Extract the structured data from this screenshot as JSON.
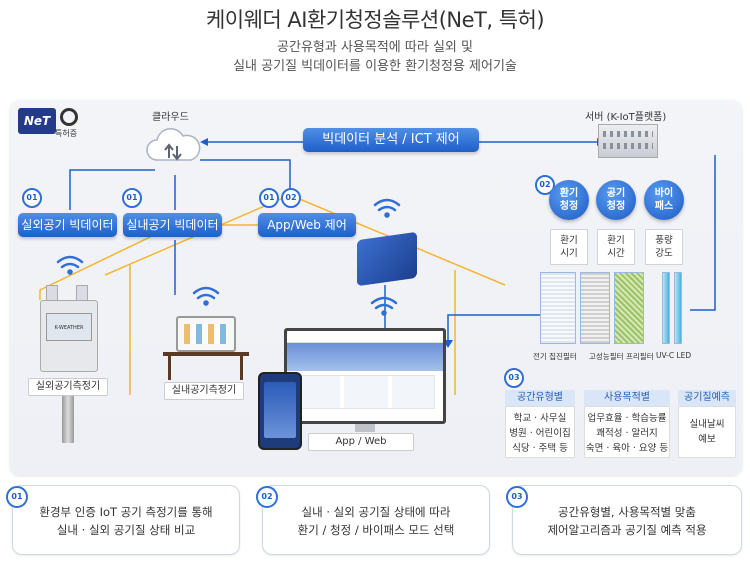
{
  "header": {
    "title": "케이웨더 AI환기청정솔루션(NeT, 특허)",
    "subtitle_line1": "공간유형과 사용목적에 따라 실외 및",
    "subtitle_line2": "실내 공기질 빅데이터를 이용한 환기청정용 제어기술"
  },
  "logos": {
    "net_text": "NeT",
    "patent_label": "특허증"
  },
  "cloud": {
    "label": "클라우드"
  },
  "server": {
    "label": "서버 (K-IoT플랫폼)"
  },
  "bigdata_banner": {
    "label": "빅데이터 분석 / ICT 제어"
  },
  "data_nodes": {
    "outdoor": {
      "num": "01",
      "label": "실외공기 빅데이터"
    },
    "indoor": {
      "num": "01",
      "label": "실내공기 빅데이터"
    },
    "app": {
      "num1": "01",
      "num2": "02",
      "label": "App/Web 제어"
    }
  },
  "devices": {
    "outdoor_meter": "실외공기측정기",
    "outdoor_device_screen": "K-WEATHER",
    "indoor_meter": "실내공기측정기",
    "app_web": "App / Web"
  },
  "modes": {
    "num": "02",
    "items": [
      {
        "circle": [
          "환기",
          "청정"
        ],
        "box": [
          "환기",
          "시기"
        ]
      },
      {
        "circle": [
          "공기",
          "청정"
        ],
        "box": [
          "환기",
          "시간"
        ]
      },
      {
        "circle": [
          "바이",
          "패스"
        ],
        "box": [
          "풍량",
          "강도"
        ]
      }
    ]
  },
  "filters": {
    "labels": [
      "전기 집진필터",
      "고성능필터",
      "프리필터",
      "UV-C LED"
    ]
  },
  "categories": {
    "num": "03",
    "items": [
      {
        "title": "공간유형별",
        "lines": [
          "학교 · 사무실",
          "병원 · 어린이집",
          "식당 · 주택 등"
        ]
      },
      {
        "title": "사용목적별",
        "lines": [
          "업무효율 · 학습능률",
          "쾌적성 · 알러지",
          "숙면 · 육아 · 요양 등"
        ]
      },
      {
        "title": "공기질예측",
        "lines": [
          "실내날씨",
          "예보"
        ]
      }
    ]
  },
  "bottom": [
    {
      "num": "01",
      "line1": "환경부 인증 IoT 공기 측정기를 통해",
      "line2": "실내 · 실외 공기질 상태 비교"
    },
    {
      "num": "02",
      "line1": "실내 · 실외 공기질 상태에 따라",
      "line2": "환기 / 청정 / 바이패스 모드 선택"
    },
    {
      "num": "03",
      "line1": "공간유형별, 사용목적별  맞춤",
      "line2": "제어알고리즘과 공기질 예측 적용"
    }
  ],
  "colors": {
    "accent": "#1f5fc9",
    "line_blue": "#2f6fd6",
    "line_yellow": "#f2b632"
  }
}
